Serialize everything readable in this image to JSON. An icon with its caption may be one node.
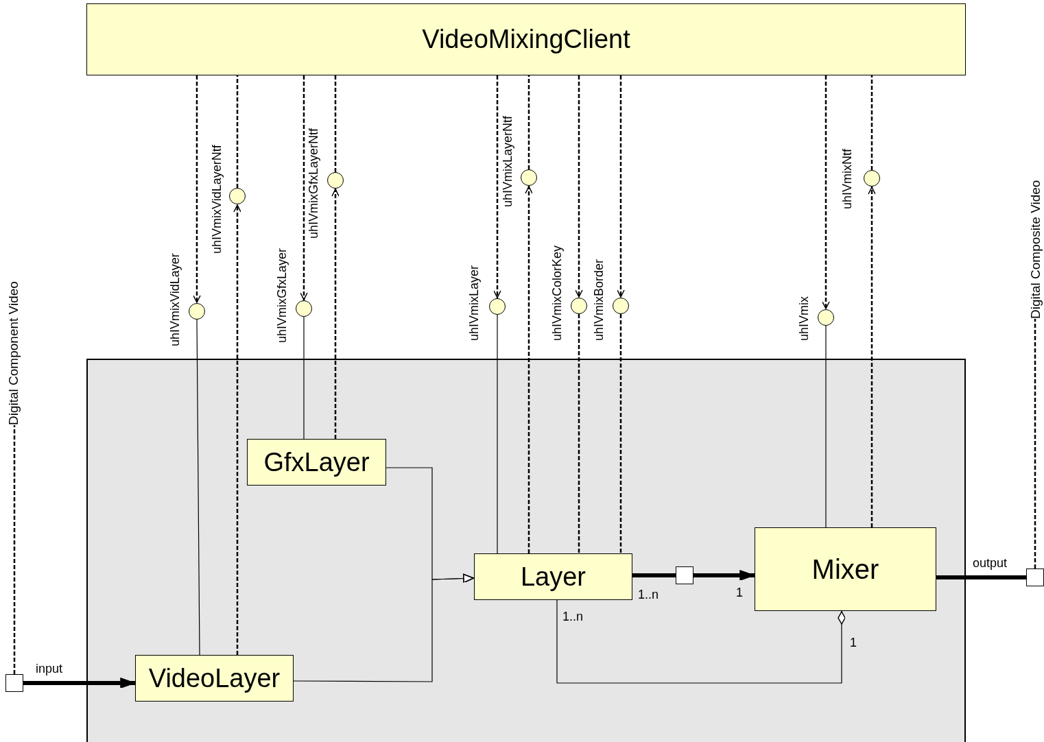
{
  "diagram": {
    "nodes": [
      {
        "text": [
          "VideoMixingClient"
        ]
      },
      {
        "text": [],
        "shape": "box"
      },
      {
        "text": [
          "GfxLayer"
        ],
        "in": 1
      },
      {
        "text": [
          "VideoLayer"
        ],
        "in": 1
      },
      {
        "text": [
          "Layer"
        ],
        "in": 1
      },
      {
        "text": [
          "Mixer"
        ],
        "in": 1
      },
      {
        "text": [
          "uhIVmixVidLayer"
        ]
      },
      {
        "text": [
          "uhIVmixVidLayerNtf"
        ]
      },
      {
        "text": [
          "uhIVmixGfxLayer"
        ]
      },
      {
        "text": [
          "uhIVmixGfxLayerNtf"
        ]
      },
      {
        "text": [
          "uhIVmixLayer"
        ]
      },
      {
        "text": [
          "uhIVmixLayerNtf"
        ]
      },
      {
        "text": [
          "uhIVmixColorKey"
        ]
      },
      {
        "text": [
          "uhIVmixBorder"
        ]
      },
      {
        "text": [
          "uhIVmix"
        ]
      },
      {
        "text": [
          "uhIVmixNtf"
        ]
      },
      {
        "text": [],
        "shape": "box"
      },
      {
        "text": [
          "Digital Component Video"
        ]
      },
      {
        "text": [],
        "shape": "box"
      },
      {
        "text": [
          "Digital Composite Video"
        ]
      },
      {
        "text": [],
        "shape": "box",
        "in": 1
      }
    ],
    "edges": [
      {
        "from": 0,
        "to": 6,
        "arrow": "to",
        "style": "dashed"
      },
      {
        "from": 6,
        "to": 3,
        "arrow": "none"
      },
      {
        "from": 3,
        "to": 7,
        "arrow": "to",
        "style": "dashed"
      },
      {
        "from": 7,
        "to": 0,
        "arrow": "none",
        "style": "dashed"
      },
      {
        "from": 0,
        "to": 8,
        "arrow": "to",
        "style": "dashed"
      },
      {
        "from": 8,
        "to": 2,
        "arrow": "none"
      },
      {
        "from": 2,
        "to": 9,
        "arrow": "to",
        "style": "dashed"
      },
      {
        "from": 9,
        "to": 0,
        "arrow": "none",
        "style": "dashed"
      },
      {
        "from": 0,
        "to": 10,
        "arrow": "to",
        "style": "dashed"
      },
      {
        "from": 10,
        "to": 4,
        "arrow": "none"
      },
      {
        "from": 4,
        "to": 11,
        "arrow": "to",
        "style": "dashed"
      },
      {
        "from": 11,
        "to": 0,
        "arrow": "none",
        "style": "dashed"
      },
      {
        "from": 0,
        "to": 12,
        "arrow": "to",
        "style": "dashed"
      },
      {
        "from": 12,
        "to": 4,
        "arrow": "none",
        "style": "dashed"
      },
      {
        "from": 0,
        "to": 13,
        "arrow": "to",
        "style": "dashed"
      },
      {
        "from": 13,
        "to": 4,
        "arrow": "none",
        "style": "dashed"
      },
      {
        "from": 0,
        "to": 14,
        "arrow": "to",
        "style": "dashed"
      },
      {
        "from": 14,
        "to": 5,
        "arrow": "none"
      },
      {
        "from": 5,
        "to": 15,
        "arrow": "to",
        "style": "dashed"
      },
      {
        "from": 15,
        "to": 0,
        "arrow": "none",
        "style": "dashed"
      },
      {
        "from": 2,
        "to": 4,
        "arrow": "to"
      },
      {
        "from": 3,
        "to": 4,
        "arrow": "to"
      },
      {
        "from": 16,
        "to": 3,
        "arrow": "to",
        "style": "thick",
        "label": "input"
      },
      {
        "from": 4,
        "to": 20,
        "arrow": "none",
        "style": "thick"
      },
      {
        "from": 20,
        "to": 5,
        "arrow": "to",
        "style": "thick"
      },
      {
        "from": 4,
        "to": 5,
        "arrow": "other"
      },
      {
        "from": 5,
        "to": 18,
        "arrow": "none",
        "style": "thick",
        "label": "output"
      },
      {
        "from": 16,
        "to": 17,
        "arrow": "none",
        "style": "dashed"
      },
      {
        "from": 18,
        "to": 19,
        "arrow": "none",
        "style": "dashed"
      }
    ],
    "labels": [
      "1..n",
      "1",
      "1..n",
      "1"
    ]
  }
}
